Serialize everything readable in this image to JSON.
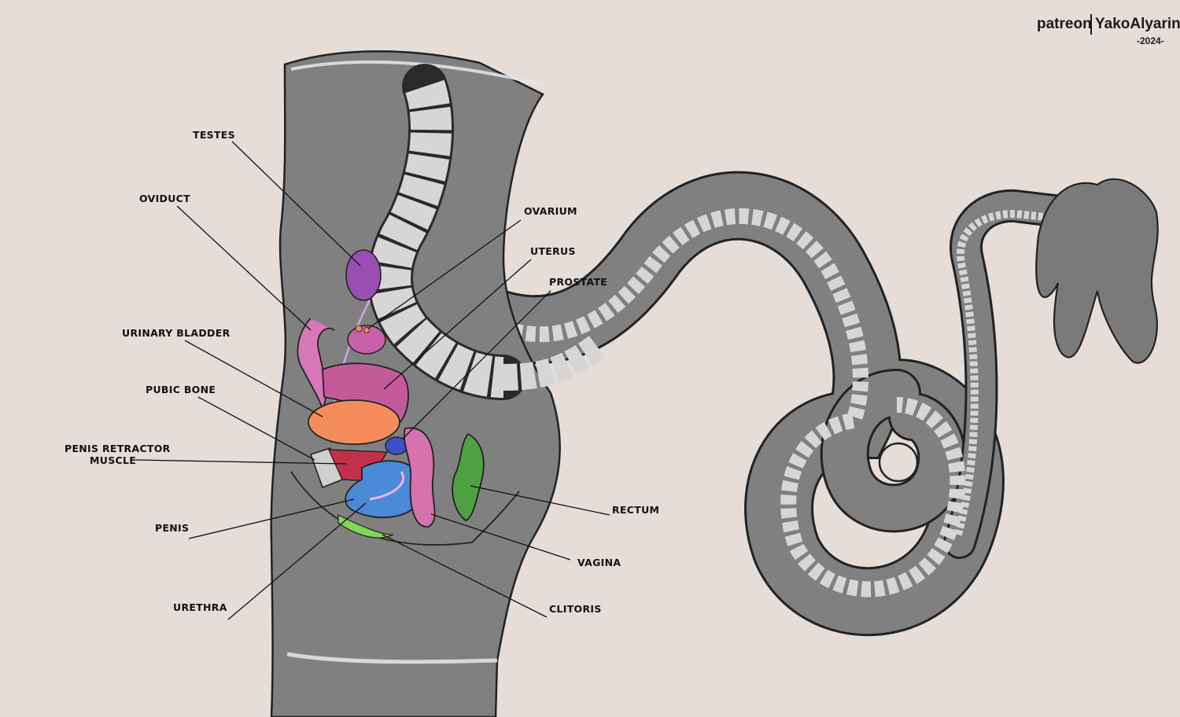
{
  "watermark": {
    "line1_left": "patreon",
    "line1_right": "YakoAlyarin",
    "line2": "-2024-"
  },
  "labels": {
    "testes": "TESTES",
    "oviduct": "OVIDUCT",
    "ovarium": "OVARIUM",
    "uterus": "UTERUS",
    "prostate": "PROSTATE",
    "urinary_bladder": "URINARY BLADDER",
    "pubic_bone": "PUBIC BONE",
    "penis_retractor_line1": "PENIS RETRACTOR",
    "penis_retractor_line2": "MUSCLE",
    "penis": "PENIS",
    "urethra": "URETHRA",
    "rectum": "RECTUM",
    "vagina": "VAGINA",
    "clitoris": "CLITORIS"
  },
  "colors": {
    "background": "#e4ddd8",
    "body": "#7f7f7f",
    "outline": "#222222",
    "vertebra": "#d4d4d4",
    "testes": "#9a4db2",
    "oviduct": "#d777b6",
    "uterus": "#c45a9a",
    "bladder": "#f68c5c",
    "prostate": "#3f4fc8",
    "pubic_bone": "#cfcfcf",
    "retractor_muscle": "#c4304a",
    "penis": "#4a8ad6",
    "urethra": "#f1b2e6",
    "clitoris": "#7fd85a",
    "rectum": "#4fa043",
    "vagina": "#d672ae"
  }
}
